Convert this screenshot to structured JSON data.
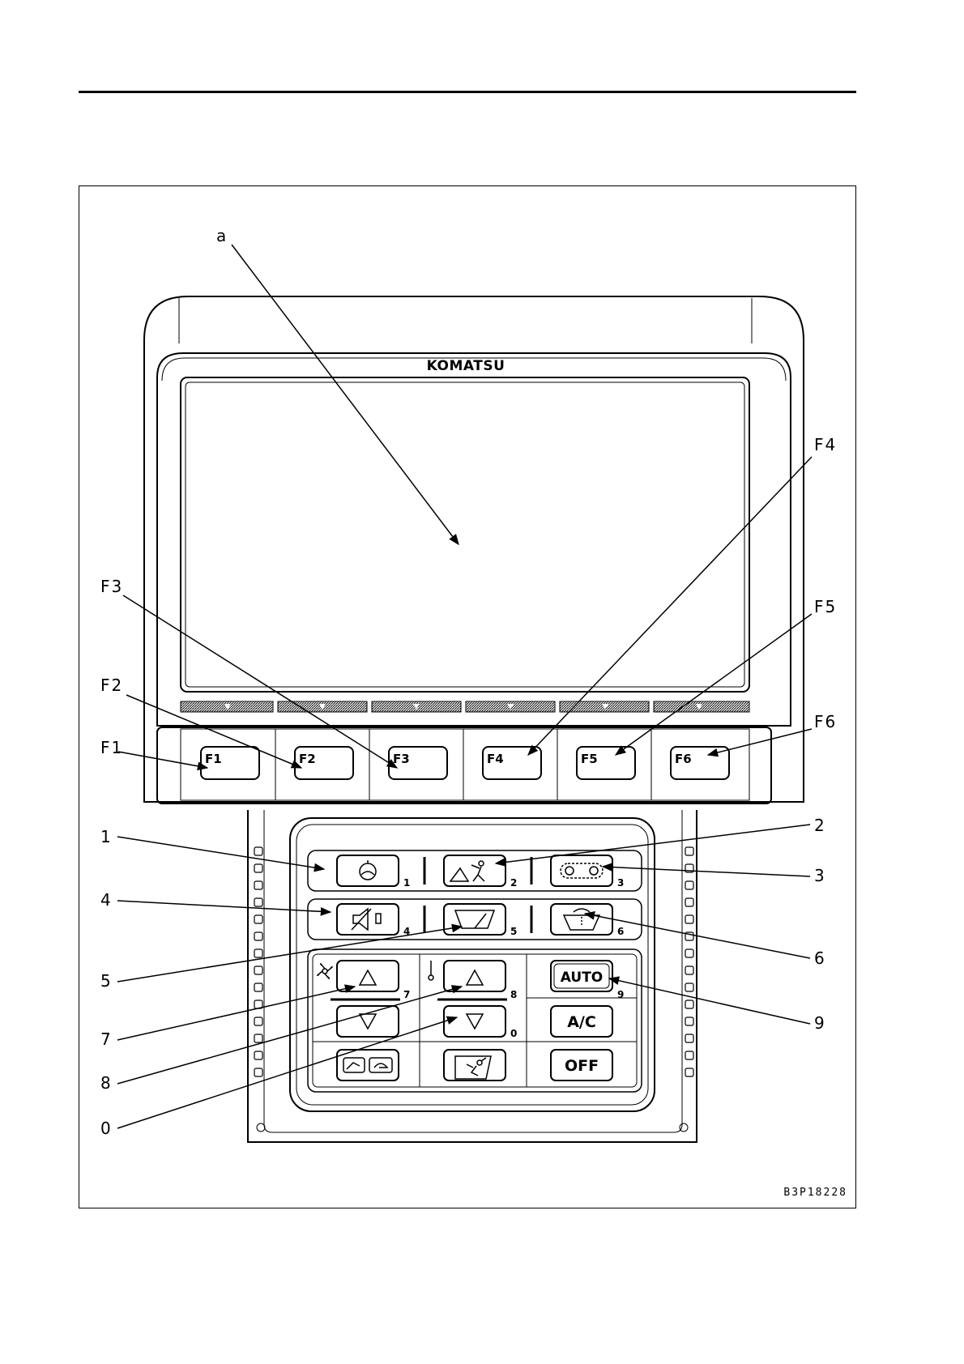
{
  "figure_code": "B3P18228",
  "brand": "KOMATSU",
  "callouts": {
    "a": "a",
    "F1": "F1",
    "F2": "F2",
    "F3": "F3",
    "F4": "F4",
    "F5": "F5",
    "F6": "F6",
    "c1": "1",
    "c2": "2",
    "c3": "3",
    "c4": "4",
    "c5": "5",
    "c6": "6",
    "c7": "7",
    "c8": "8",
    "c9": "9",
    "c0": "0"
  },
  "function_keys": [
    "F1",
    "F2",
    "F3",
    "F4",
    "F5",
    "F6"
  ],
  "switch_numbers": {
    "n1": "1",
    "n2": "2",
    "n3": "3",
    "n4": "4",
    "n5": "5",
    "n6": "6",
    "n7": "7",
    "n8": "8",
    "n9": "9",
    "n0": "0"
  },
  "buttons": {
    "auto": "AUTO",
    "ac": "A/C",
    "off": "OFF"
  },
  "icons": {
    "s1": "auto-decelerator-icon",
    "s2": "working-mode-icon",
    "s3": "travel-speed-icon",
    "s4": "buzzer-cancel-icon",
    "s5": "wiper-icon",
    "s6": "window-washer-icon",
    "fan": "fan-icon",
    "temp": "thermometer-icon"
  }
}
